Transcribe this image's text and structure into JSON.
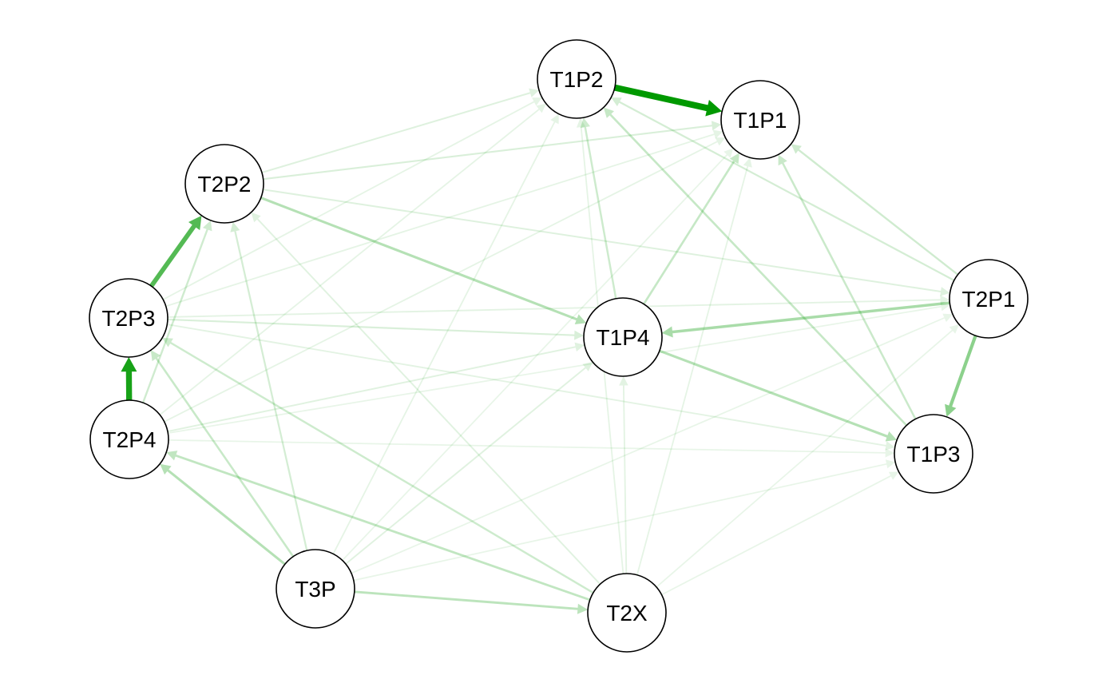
{
  "diagram": {
    "type": "directed-network",
    "edge_color": "#009900",
    "node_fill": "#ffffff",
    "node_stroke": "#000000",
    "nodes": [
      {
        "id": "T1P2"
      },
      {
        "id": "T1P1"
      },
      {
        "id": "T2P2"
      },
      {
        "id": "T2P3"
      },
      {
        "id": "T1P4"
      },
      {
        "id": "T2P1"
      },
      {
        "id": "T2P4"
      },
      {
        "id": "T1P3"
      },
      {
        "id": "T3P"
      },
      {
        "id": "T2X"
      }
    ],
    "edges": [
      {
        "from": "T1P2",
        "to": "T1P1",
        "weight": 1.0
      },
      {
        "from": "T2P3",
        "to": "T2P2",
        "weight": 0.65
      },
      {
        "from": "T2P4",
        "to": "T2P3",
        "weight": 0.9
      },
      {
        "from": "T2P1",
        "to": "T1P3",
        "weight": 0.42
      },
      {
        "from": "T2P1",
        "to": "T1P4",
        "weight": 0.3
      },
      {
        "from": "T2P2",
        "to": "T1P4",
        "weight": 0.25
      },
      {
        "from": "T1P4",
        "to": "T1P3",
        "weight": 0.25
      },
      {
        "from": "T3P",
        "to": "T2P4",
        "weight": 0.25
      },
      {
        "from": "T3P",
        "to": "T2X",
        "weight": 0.22
      },
      {
        "from": "T2X",
        "to": "T2P4",
        "weight": 0.2
      },
      {
        "from": "T1P4",
        "to": "T1P1",
        "weight": 0.18
      },
      {
        "from": "T1P4",
        "to": "T1P2",
        "weight": 0.15
      },
      {
        "from": "T1P3",
        "to": "T1P2",
        "weight": 0.18
      },
      {
        "from": "T1P3",
        "to": "T1P1",
        "weight": 0.16
      },
      {
        "from": "T2P1",
        "to": "T1P1",
        "weight": 0.14
      },
      {
        "from": "T2P1",
        "to": "T1P2",
        "weight": 0.12
      },
      {
        "from": "T2X",
        "to": "T2P3",
        "weight": 0.15
      },
      {
        "from": "T3P",
        "to": "T2P3",
        "weight": 0.17
      },
      {
        "from": "T3P",
        "to": "T2P2",
        "weight": 0.12
      },
      {
        "from": "T2P4",
        "to": "T2P2",
        "weight": 0.14
      },
      {
        "from": "T2P2",
        "to": "T1P1",
        "weight": 0.1
      },
      {
        "from": "T2P2",
        "to": "T1P2",
        "weight": 0.08
      },
      {
        "from": "T2P2",
        "to": "T2P1",
        "weight": 0.08
      },
      {
        "from": "T2P3",
        "to": "T1P4",
        "weight": 0.1
      },
      {
        "from": "T2P3",
        "to": "T1P3",
        "weight": 0.06
      },
      {
        "from": "T2P3",
        "to": "T2P1",
        "weight": 0.06
      },
      {
        "from": "T2P3",
        "to": "T1P1",
        "weight": 0.05
      },
      {
        "from": "T2P3",
        "to": "T1P2",
        "weight": 0.05
      },
      {
        "from": "T2P4",
        "to": "T1P4",
        "weight": 0.07
      },
      {
        "from": "T2P4",
        "to": "T1P1",
        "weight": 0.05
      },
      {
        "from": "T2P4",
        "to": "T1P2",
        "weight": 0.05
      },
      {
        "from": "T2P4",
        "to": "T1P3",
        "weight": 0.04
      },
      {
        "from": "T2P4",
        "to": "T2P1",
        "weight": 0.04
      },
      {
        "from": "T3P",
        "to": "T1P4",
        "weight": 0.07
      },
      {
        "from": "T3P",
        "to": "T1P2",
        "weight": 0.05
      },
      {
        "from": "T3P",
        "to": "T1P1",
        "weight": 0.04
      },
      {
        "from": "T3P",
        "to": "T1P3",
        "weight": 0.04
      },
      {
        "from": "T3P",
        "to": "T2P1",
        "weight": 0.04
      },
      {
        "from": "T2X",
        "to": "T1P4",
        "weight": 0.06
      },
      {
        "from": "T2X",
        "to": "T2P2",
        "weight": 0.07
      },
      {
        "from": "T2X",
        "to": "T1P1",
        "weight": 0.05
      },
      {
        "from": "T2X",
        "to": "T1P2",
        "weight": 0.05
      },
      {
        "from": "T2X",
        "to": "T1P3",
        "weight": 0.04
      },
      {
        "from": "T2X",
        "to": "T2P1",
        "weight": 0.04
      }
    ]
  }
}
